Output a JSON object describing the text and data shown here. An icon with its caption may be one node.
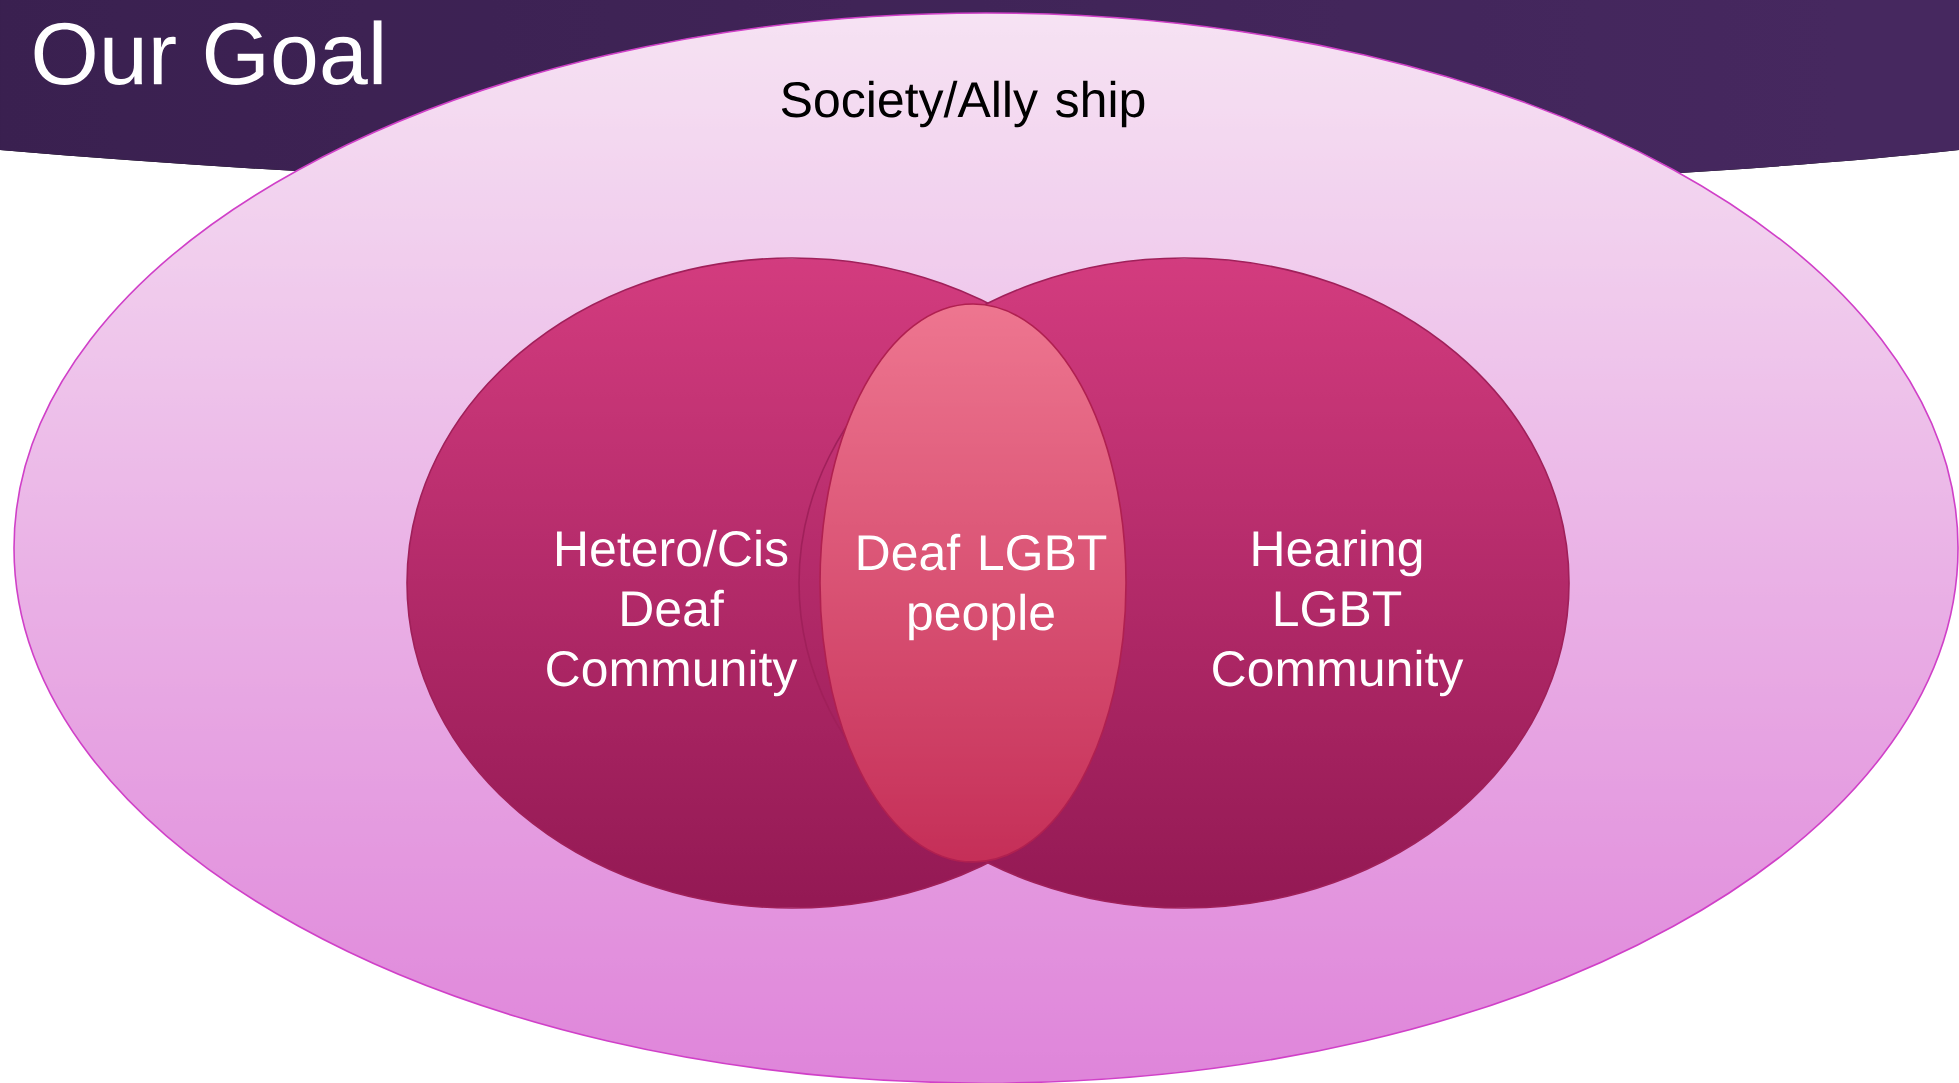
{
  "diagram": {
    "title": "Our Goal",
    "nodes": [
      {
        "text": [
          "Society/Ally ship"
        ]
      },
      {
        "text": [
          "Hetero/Cis Deaf Community"
        ],
        "in": 0
      },
      {
        "text": [
          "Hearing LGBT Community"
        ],
        "in": 0
      },
      {
        "text": [
          "Deaf LGBT people"
        ]
      }
    ]
  }
}
